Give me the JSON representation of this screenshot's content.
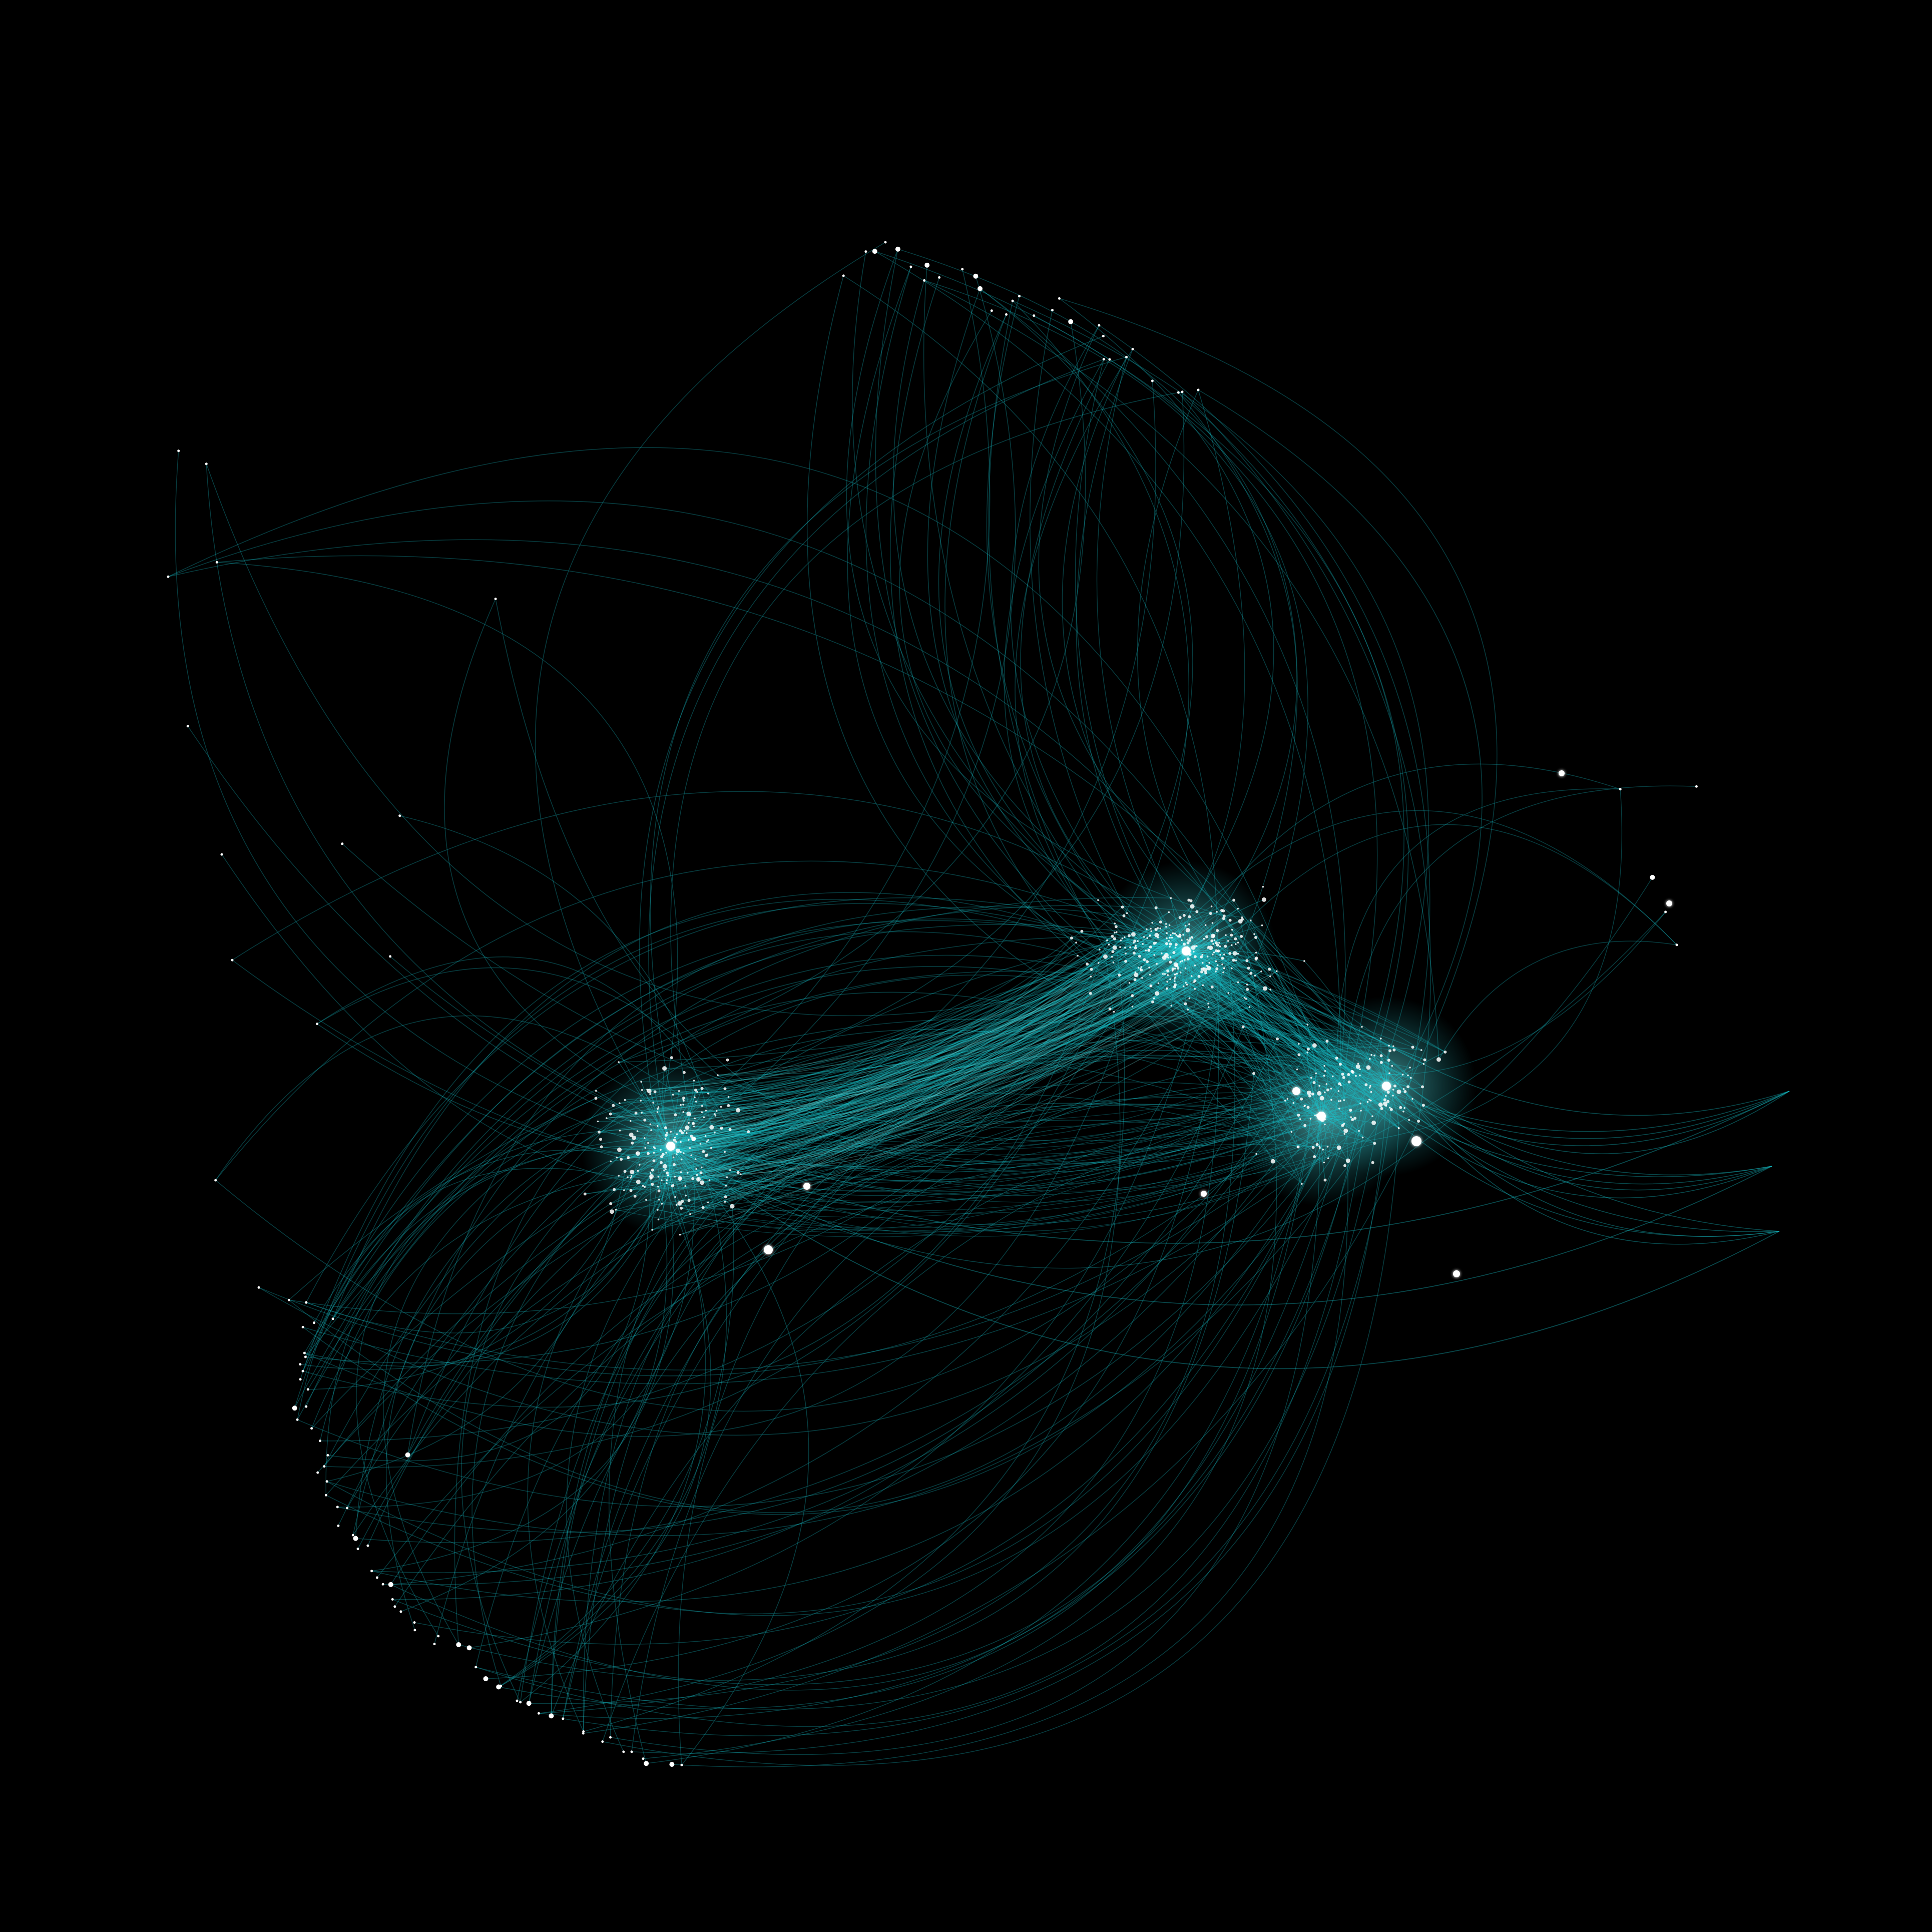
{
  "colors": {
    "background": "#000000",
    "edge": "#18c8d2",
    "edge_bright": "#7af3f6",
    "node": "#ffffff"
  },
  "diagram": {
    "type": "network-graph",
    "edge_style": "curved-arcs",
    "hubs": [
      {
        "id": "hub-a",
        "cluster_size": 220
      },
      {
        "id": "hub-b",
        "cluster_size": 300
      },
      {
        "id": "hub-c",
        "cluster_size": 70
      },
      {
        "id": "hub-d",
        "cluster_size": 90
      }
    ],
    "peripheral_groups": [
      {
        "id": "north-arc",
        "node_count": 30
      },
      {
        "id": "south-arc",
        "node_count": 60
      },
      {
        "id": "west-scatter",
        "node_count": 16
      },
      {
        "id": "east-scatter",
        "node_count": 5
      }
    ]
  }
}
